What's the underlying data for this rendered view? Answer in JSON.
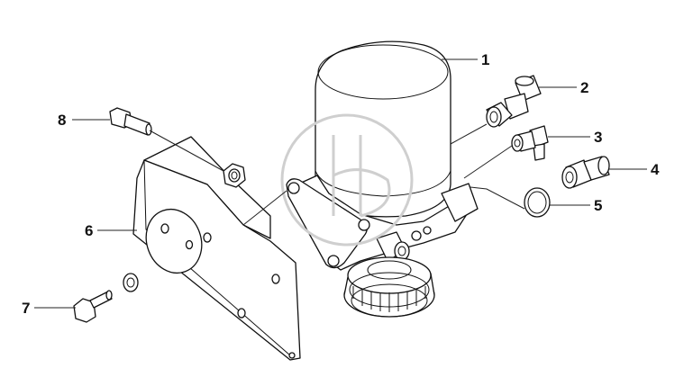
{
  "diagram": {
    "callouts": [
      "1",
      "2",
      "3",
      "4",
      "5",
      "6",
      "7",
      "8"
    ]
  },
  "colors": {
    "line": "#111111",
    "background": "#ffffff",
    "watermark": "#cfcfcf"
  }
}
